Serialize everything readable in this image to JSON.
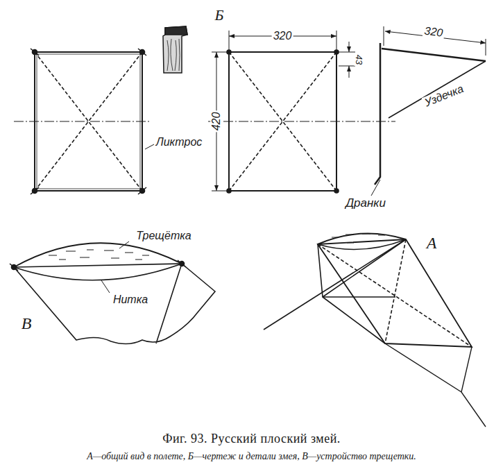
{
  "diagram": {
    "title": "Фиг. 93. Русский плоский змей.",
    "caption": "А—общий вид в полете, Б—чертеж и детали змея, В—устройство трещетки.",
    "labels": [
      "Б",
      "320",
      "43",
      "420",
      "Ликтрос",
      "320",
      "Уздечка",
      "Дранки",
      "Трещётка",
      "Нитка",
      "В",
      "А"
    ]
  }
}
